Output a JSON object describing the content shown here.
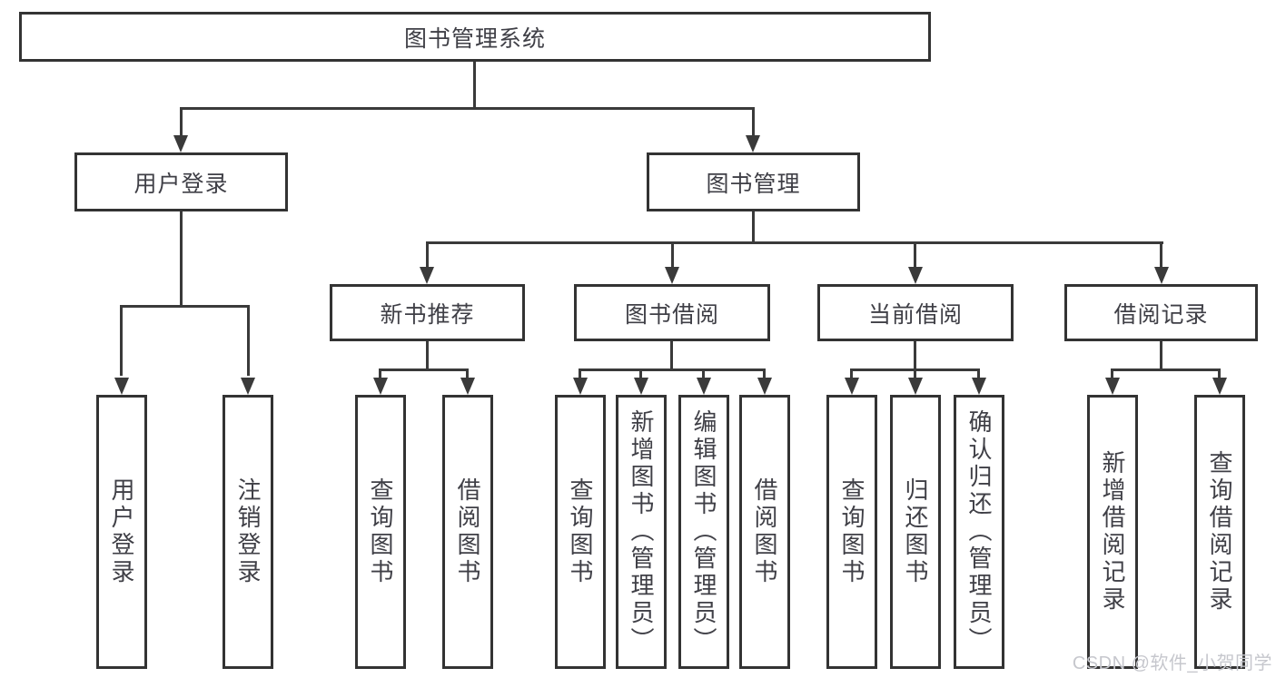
{
  "diagram": {
    "root": "图书管理系统",
    "level2": [
      "用户登录",
      "图书管理"
    ],
    "level3": [
      "新书推荐",
      "图书借阅",
      "当前借阅",
      "借阅记录"
    ],
    "leaves": {
      "user": [
        "用户登录",
        "注销登录"
      ],
      "newbook": [
        "查询图书",
        "借阅图书"
      ],
      "borrow": [
        "查询图书",
        "新增图书（管理员）",
        "编辑图书（管理员）",
        "借阅图书"
      ],
      "current": [
        "查询图书",
        "归还图书",
        "确认归还（管理员）"
      ],
      "records": [
        "新增借阅记录",
        "查询借阅记录"
      ]
    },
    "colors": {
      "line": "#3a3a3a",
      "box_border": "#333333",
      "text": "#3f3f46",
      "watermark": "#c6c7cd"
    }
  },
  "watermark": "CSDN @软件_小贺同学"
}
